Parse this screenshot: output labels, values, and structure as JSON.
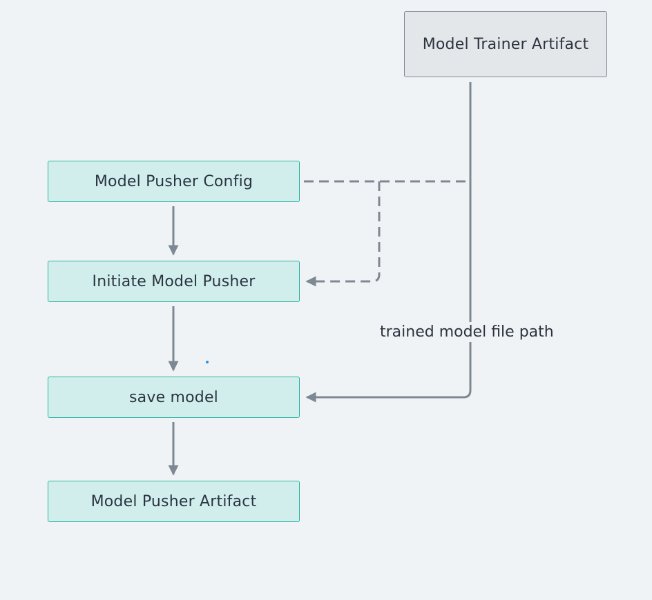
{
  "diagram": {
    "nodes": {
      "trainer_artifact": "Model Trainer Artifact",
      "pusher_config": "Model Pusher Config",
      "initiate_pusher": "Initiate Model Pusher",
      "save_model": "save model",
      "pusher_artifact": "Model Pusher Artifact"
    },
    "edge_labels": {
      "trained_path": "trained model file path"
    }
  }
}
